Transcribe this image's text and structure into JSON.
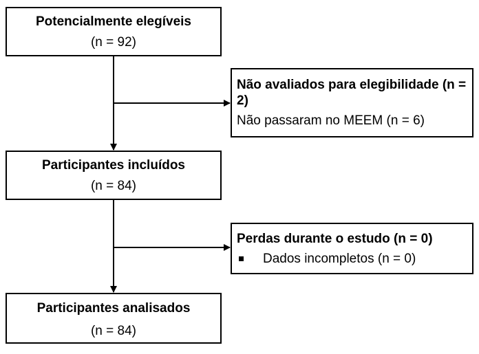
{
  "boxes": {
    "eligible": {
      "title": "Potencialmente elegíveis",
      "count": "(n = 92)"
    },
    "not_assessed": {
      "title": "Não avaliados para elegibilidade (n = 2)",
      "detail": "Não passaram no MEEM (n = 6)"
    },
    "included": {
      "title": "Participantes incluídos",
      "count": "(n = 84)"
    },
    "losses": {
      "title": "Perdas durante o estudo (n = 0)",
      "bullet": "Dados incompletos (n = 0)"
    },
    "analyzed": {
      "title": "Participantes analisados",
      "count": "(n = 84)"
    }
  }
}
